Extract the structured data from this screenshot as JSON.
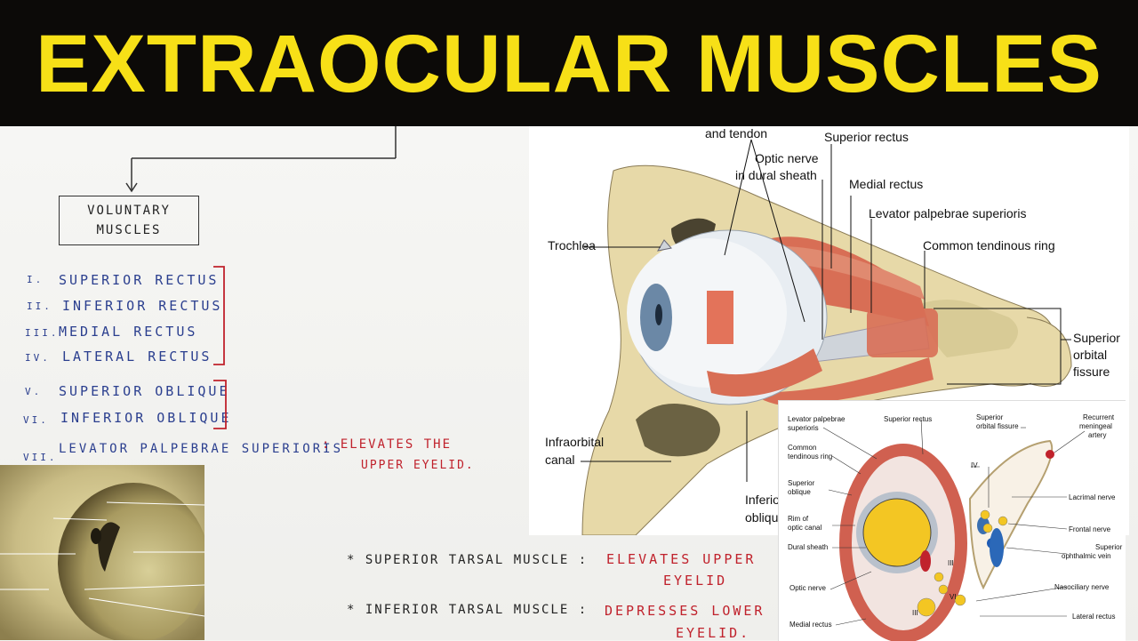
{
  "header": {
    "title": "EXTRAOCULAR MUSCLES"
  },
  "notes": {
    "box_line1": "VOLUNTARY",
    "box_line2": "MUSCLES",
    "muscles": [
      {
        "num": "I.",
        "name": "SUPERIOR RECTUS"
      },
      {
        "num": "II.",
        "name": "INFERIOR RECTUS"
      },
      {
        "num": "III.",
        "name": "MEDIAL RECTUS"
      },
      {
        "num": "IV.",
        "name": "LATERAL RECTUS"
      },
      {
        "num": "V.",
        "name": "SUPERIOR OBLIQUE"
      },
      {
        "num": "VI.",
        "name": "INFERIOR OBLIQUE"
      },
      {
        "num": "VII.",
        "name": "LEVATOR PALPEBRAE SUPERIORIS"
      }
    ],
    "levator_action_1": ": ELEVATES THE",
    "levator_action_2": "UPPER EYELID.",
    "superior_tarsal": "* SUPERIOR TARSAL MUSCLE :",
    "superior_tarsal_action_1": "ELEVATES UPPER",
    "superior_tarsal_action_2": "EYELID",
    "inferior_tarsal": "* INFERIOR TARSAL MUSCLE :",
    "inferior_tarsal_action_1": "DEPRESSES LOWER",
    "inferior_tarsal_action_2": "EYELID."
  },
  "diagram_main": {
    "labels": {
      "and_tendon": "and tendon",
      "superior_rectus": "Superior rectus",
      "optic_nerve_1": "Optic nerve",
      "optic_nerve_2": "in dural sheath",
      "medial_rectus": "Medial rectus",
      "levator": "Levator palpebrae superioris",
      "trochlea": "Trochlea",
      "common_ring": "Common tendinous ring",
      "sup_orbital_1": "Superior",
      "sup_orbital_2": "orbital",
      "sup_orbital_3": "fissure",
      "infraorbital_1": "Infraorbital",
      "infraorbital_2": "canal",
      "inferior_1": "Inferio",
      "inferior_2": "obliqu"
    }
  },
  "diagram_inset": {
    "labels": {
      "levator_1": "Levator palpebrae",
      "levator_2": "superioris",
      "superior_rectus": "Superior rectus",
      "sup_fissure_1": "Superior",
      "sup_fissure_2": "orbital fissure",
      "recurrent_1": "Recurrent",
      "recurrent_2": "meningeal",
      "recurrent_3": "artery",
      "common_1": "Common",
      "common_2": "tendinous ring",
      "iv": "IV",
      "superior_oblique_1": "Superior",
      "superior_oblique_2": "oblique",
      "lacrimal": "Lacrimal nerve",
      "rim_1": "Rim of",
      "rim_2": "optic canal",
      "frontal": "Frontal nerve",
      "dural": "Dural sheath",
      "sup_oph_1": "Superior",
      "sup_oph_2": "ophthalmic vein",
      "iii_a": "III",
      "optic": "Optic nerve",
      "vi": "VI",
      "nasociliary": "Nasociliary nerve",
      "iii_b": "III",
      "medial": "Medial rectus",
      "lateral": "Lateral rectus"
    }
  }
}
